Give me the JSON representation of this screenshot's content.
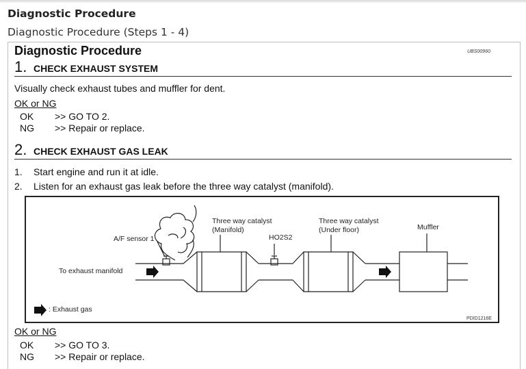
{
  "page": {
    "heading": "Diagnostic Procedure",
    "subheading": "Diagnostic Procedure (Steps 1 - 4)"
  },
  "doc": {
    "title": "Diagnostic Procedure",
    "code": "UBS00960",
    "step1": {
      "number": "1.",
      "title": "CHECK EXHAUST SYSTEM",
      "instruction": "Visually check exhaust tubes and muffler for dent.",
      "okng_label": "OK or NG",
      "ok_label": "OK",
      "ok_action": ">> GO TO 2.",
      "ng_label": "NG",
      "ng_action": ">> Repair or replace."
    },
    "step2": {
      "number": "2.",
      "title": "CHECK EXHAUST GAS LEAK",
      "items": [
        "1.",
        "2."
      ],
      "item1": "Start engine and run it at idle.",
      "item2": "Listen for an exhaust gas leak before the three way catalyst (manifold).",
      "okng_label": "OK or NG",
      "ok_label": "OK",
      "ok_action": ">> GO TO 3.",
      "ng_label": "NG",
      "ng_action": ">> Repair or replace."
    },
    "diagram": {
      "af_sensor": "A/F sensor 1",
      "twc_manifold_line1": "Three way catalyst",
      "twc_manifold_line2": "(Manifold)",
      "ho2s2": "HO2S2",
      "twc_floor_line1": "Three way catalyst",
      "twc_floor_line2": "(Under floor)",
      "muffler": "Muffler",
      "to_manifold": "To exhaust manifold",
      "legend": ": Exhaust gas",
      "code": "PDID1216E"
    }
  }
}
